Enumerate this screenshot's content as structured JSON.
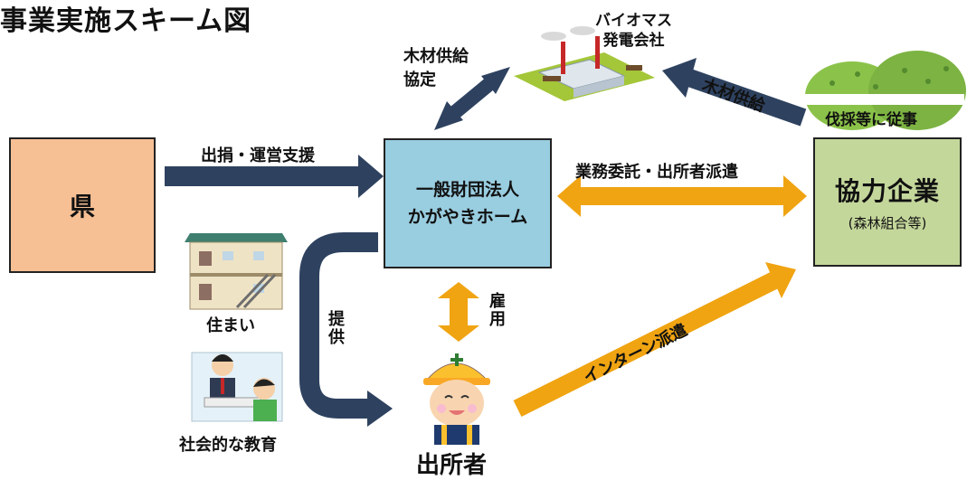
{
  "title": "事業実施スキーム図",
  "nodes": {
    "ken": "県",
    "zaidan_line1": "一般財団法人",
    "zaidan_line2": "かがやきホーム",
    "kyoryoku_main": "協力企業",
    "kyoryoku_sub": "(森林組合等)",
    "biomass_line1": "バイオマス",
    "biomass_line2": "発電会社",
    "worker": "出所者"
  },
  "edges": {
    "donation": "出捐・運営支援",
    "wood_agreement_line1": "木材供給",
    "wood_agreement_line2": "協定",
    "wood_supply": "木材供給",
    "forestry": "伐採等に従事",
    "outsourcing": "業務委託・出所者派遣",
    "provide": "提供",
    "employment": "雇用",
    "internship": "インターン派遣"
  },
  "items": {
    "housing": "住まい",
    "education": "社会的な教育"
  },
  "colors": {
    "navy_arrow": "#2e4260",
    "orange_arrow": "#f0a412",
    "ken_fill": "#f6bf94",
    "zaidan_fill": "#99cde0",
    "kyoryoku_fill": "#c4d79b"
  }
}
